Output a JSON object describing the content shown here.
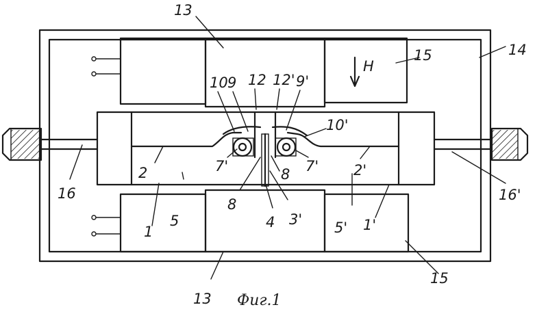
{
  "figure": {
    "caption": "Фиг.1",
    "field_symbol": "H",
    "labels": {
      "l13_top": "13",
      "l13_bottom": "13",
      "l14": "14",
      "l15_top": "15",
      "l15_bottom": "15",
      "l10": "10",
      "l9": "9",
      "l12": "12",
      "l12p": "12'",
      "l9p": "9'",
      "l10p": "10'",
      "l7": "7'",
      "l7p": "7'",
      "l8a": "8",
      "l8b": "8",
      "l2": "2",
      "l2p": "2'",
      "l16": "16",
      "l16p": "16'",
      "l5": "5",
      "l5p": "5'",
      "l1": "1",
      "l1p": "1'",
      "l4": "4",
      "l3p": "3'"
    }
  }
}
